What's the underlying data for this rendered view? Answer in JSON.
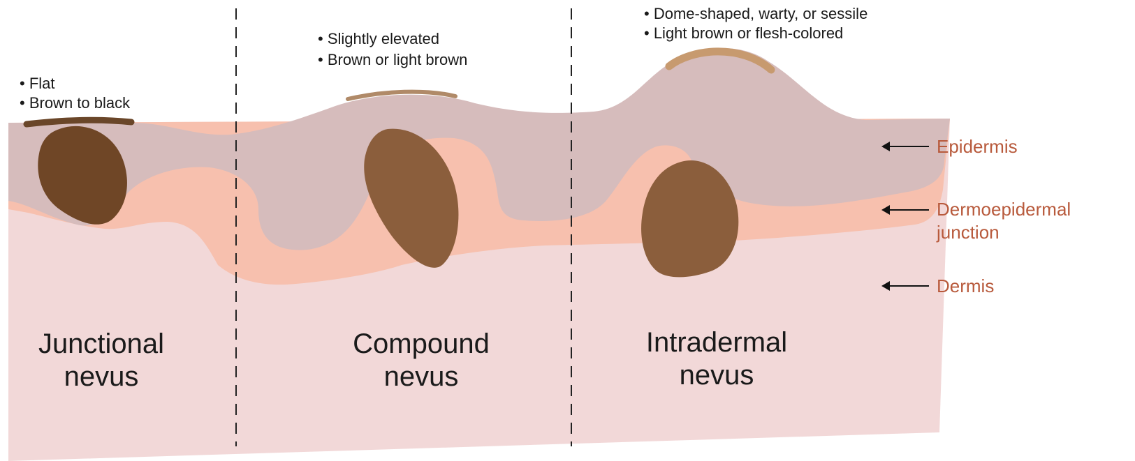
{
  "colors": {
    "dermis": "#f2d8d8",
    "junction": "#f7c0ae",
    "epidermis": "#d6bcbc",
    "nevus_dark": "#6f4626",
    "nevus_medium": "#8b5e3c",
    "surface_pigment_dark": "#6a4629",
    "surface_pigment_tan": "#b08a68",
    "surface_pigment_light": "#c79a6f",
    "label_accent": "#b85a3c",
    "divider": "#222222"
  },
  "columns": [
    {
      "type_line1": "Junctional",
      "type_line2": "nevus",
      "bullet1": "• Flat",
      "bullet2": "• Brown to black"
    },
    {
      "type_line1": "Compound",
      "type_line2": "nevus",
      "bullet1": "• Slightly elevated",
      "bullet2": "• Brown or light brown"
    },
    {
      "type_line1": "Intradermal",
      "type_line2": "nevus",
      "bullet1": "• Dome-shaped, warty, or sessile",
      "bullet2": "• Light brown or flesh-colored"
    }
  ],
  "layers": {
    "epidermis": "Epidermis",
    "junction_line1": "Dermoepidermal",
    "junction_line2": "junction",
    "dermis": "Dermis"
  },
  "icons": {
    "pointer": "left-arrow-icon"
  }
}
